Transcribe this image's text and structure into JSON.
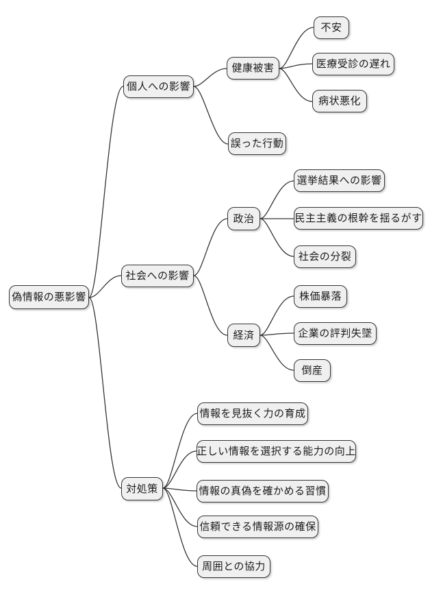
{
  "colors": {
    "node_fill": "#f0f0f0",
    "node_border": "#333333",
    "edge": "#333333",
    "background": "#ffffff",
    "text": "#1a1a1a"
  },
  "mindmap": {
    "root": {
      "label": "偽情報の悪影響",
      "children": [
        {
          "label": "個人への影響",
          "children": [
            {
              "label": "健康被害",
              "children": [
                {
                  "label": "不安"
                },
                {
                  "label": "医療受診の遅れ"
                },
                {
                  "label": "病状悪化"
                }
              ]
            },
            {
              "label": "誤った行動"
            }
          ]
        },
        {
          "label": "社会への影響",
          "children": [
            {
              "label": "政治",
              "children": [
                {
                  "label": "選挙結果への影響"
                },
                {
                  "label": "民主主義の根幹を揺るがす"
                },
                {
                  "label": "社会の分裂"
                }
              ]
            },
            {
              "label": "経済",
              "children": [
                {
                  "label": "株価暴落"
                },
                {
                  "label": "企業の評判失墜"
                },
                {
                  "label": "倒産"
                }
              ]
            }
          ]
        },
        {
          "label": "対処策",
          "children": [
            {
              "label": "情報を見抜く力の育成"
            },
            {
              "label": "正しい情報を選択する能力の向上"
            },
            {
              "label": "情報の真偽を確かめる習慣"
            },
            {
              "label": "信頼できる情報源の確保"
            },
            {
              "label": "周囲との協力"
            }
          ]
        }
      ]
    }
  }
}
